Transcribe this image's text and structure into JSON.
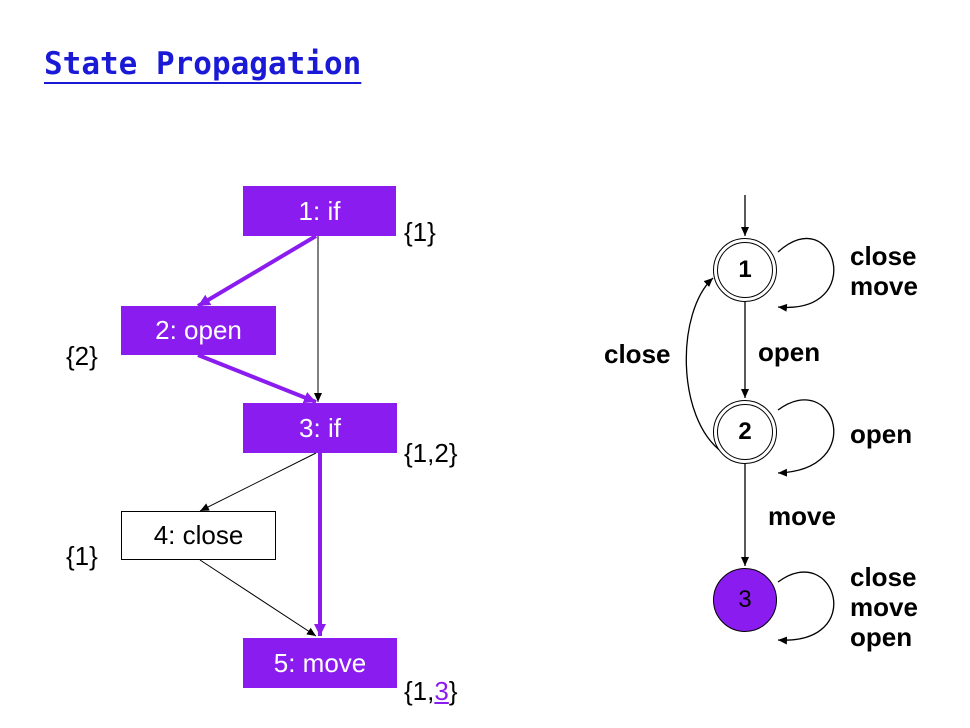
{
  "title": "State Propagation",
  "colors": {
    "accent": "#8b1cf0",
    "title": "#1a1ad6"
  },
  "cfg": {
    "nodes": [
      {
        "label": "1: if"
      },
      {
        "label": "2: open"
      },
      {
        "label": "3: if"
      },
      {
        "label": "4: close"
      },
      {
        "label": "5: move"
      }
    ],
    "sets": {
      "n1": "{1}",
      "n2": "{2}",
      "n3": "{1,2}",
      "n4": "{1}",
      "n5_prefix": "{1,",
      "n5_highlight": "3",
      "n5_suffix": "}"
    }
  },
  "fsm": {
    "states": [
      "1",
      "2",
      "3"
    ],
    "labels": {
      "s1_self_a": "close",
      "s1_self_b": "move",
      "s1_to_s2": "open",
      "s2_to_s1": "close",
      "s2_self": "open",
      "s2_to_s3": "move",
      "s3_self_a": "close",
      "s3_self_b": "move",
      "s3_self_c": "open"
    }
  }
}
